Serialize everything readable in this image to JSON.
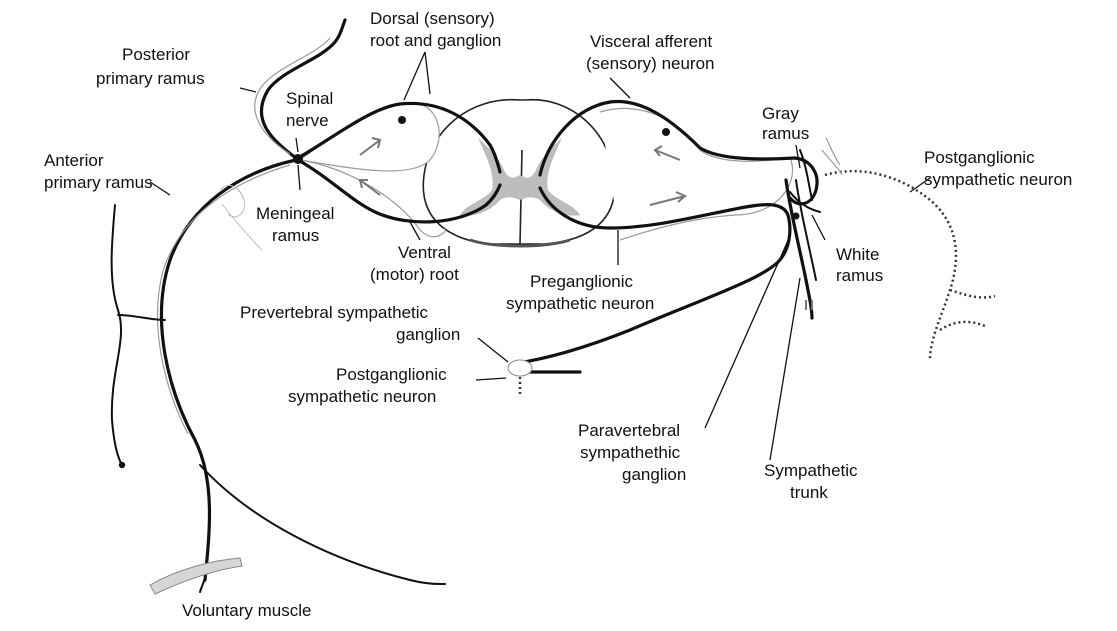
{
  "labels": {
    "dorsal_root_line1": "Dorsal (sensory)",
    "dorsal_root_line2": "root and ganglion",
    "posterior_line1": "Posterior",
    "posterior_line2": "primary ramus",
    "spinal_nerve_line1": "Spinal",
    "spinal_nerve_line2": "nerve",
    "visceral_line1": "Visceral afferent",
    "visceral_line2": "(sensory) neuron",
    "gray_line1": "Gray",
    "gray_line2": "ramus",
    "postganglionic_right_line1": "Postganglionic",
    "postganglionic_right_line2": "sympathetic neuron",
    "anterior_line1": "Anterior",
    "anterior_line2": "primary ramus",
    "meningeal_line1": "Meningeal",
    "meningeal_line2": "ramus",
    "ventral_line1": "Ventral",
    "ventral_line2": "(motor) root",
    "white_line1": "White",
    "white_line2": "ramus",
    "preganglionic_line1": "Preganglionic",
    "preganglionic_line2": "sympathetic neuron",
    "prevertebral_line1": "Prevertebral sympathetic",
    "prevertebral_line2": "ganglion",
    "postganglionic_left_line1": "Postganglionic",
    "postganglionic_left_line2": "sympathetic neuron",
    "paravertebral_line1": "Paravertebral",
    "paravertebral_line2": "sympathethic",
    "paravertebral_line3": "ganglion",
    "trunk_line1": "Sympathetic",
    "trunk_line2": "trunk",
    "voluntary_muscle": "Voluntary muscle"
  }
}
